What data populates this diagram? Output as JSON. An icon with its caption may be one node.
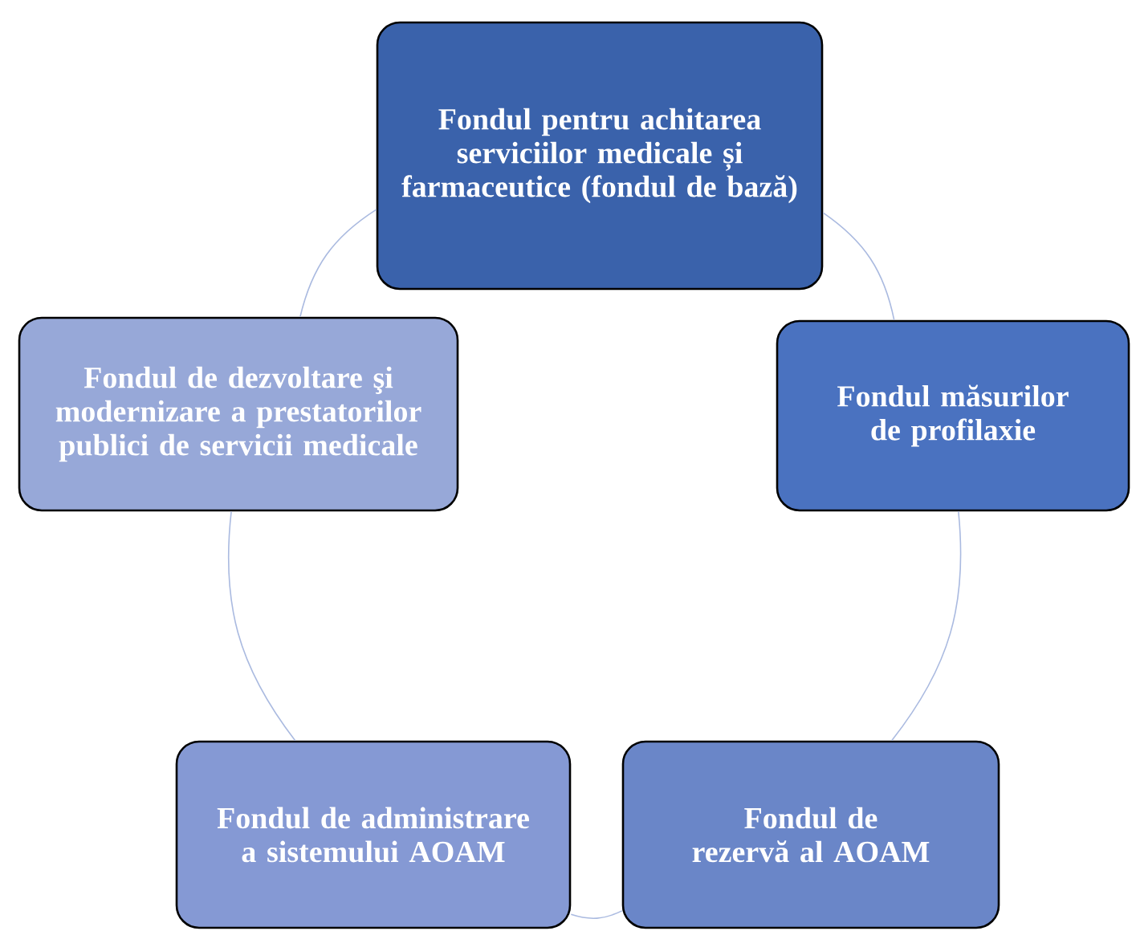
{
  "diagram": {
    "nodes": [
      {
        "text": [
          "Fondul pentru achitarea serviciilor medicale și farmaceutice (fondul de bază)"
        ]
      },
      {
        "text": [
          "Fondul măsurilor de profilaxie"
        ]
      },
      {
        "text": [
          "Fondul de rezervă al AOAM"
        ]
      },
      {
        "text": [
          "Fondul de administrare a sistemului AOAM"
        ]
      },
      {
        "text": [
          "Fondul de dezvoltare şi modernizare a prestatorilor publici de servicii medicale"
        ]
      }
    ],
    "edges": [
      {
        "from": 0,
        "to": 1,
        "arrow": "none"
      },
      {
        "from": 1,
        "to": 2,
        "arrow": "none"
      },
      {
        "from": 2,
        "to": 3,
        "arrow": "none"
      },
      {
        "from": 3,
        "to": 4,
        "arrow": "none"
      },
      {
        "from": 4,
        "to": 0,
        "arrow": "none"
      }
    ]
  }
}
